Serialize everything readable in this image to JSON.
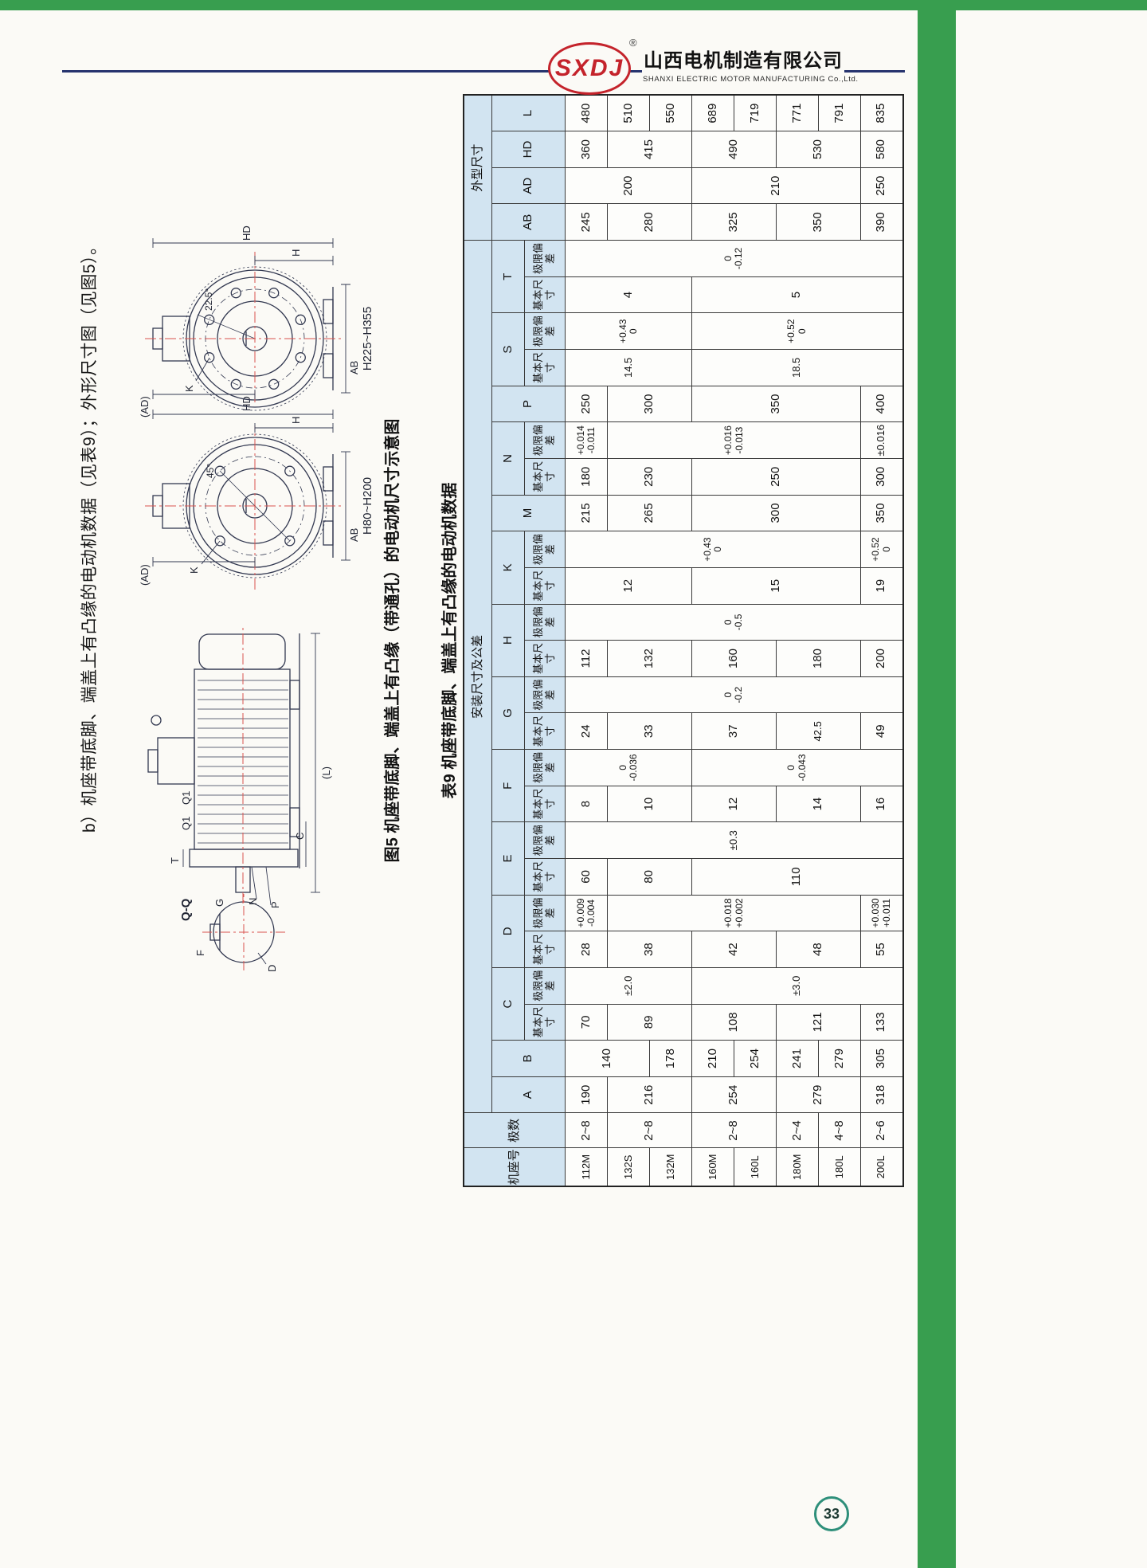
{
  "page": {
    "page_number": "33"
  },
  "brand": {
    "logo_text": "SXDJ",
    "registered": "®",
    "company_cn": "山西电机制造有限公司",
    "company_en": "SHANXI ELECTRIC MOTOR MANUFACTURING Co.,Ltd."
  },
  "heading": "b）机座带底脚、端盖上有凸缘的电动机数据（见表9）；外形尺寸图（见图5）。",
  "figure": {
    "caption": "图5 机座带底脚、端盖上有凸缘（带通孔）的电动机尺寸示意图",
    "section_label": "Q-Q",
    "section_labels": {
      "d": "D",
      "f": "F",
      "g": "G"
    },
    "side_view_labels": {
      "length": "(L)",
      "p": "P",
      "n": "N",
      "q1a": "Q1",
      "q1b": "Q1",
      "c": "C",
      "t": "T"
    },
    "end_view_small": {
      "range": "H80~H200",
      "angle": "45°",
      "ad": "(AD)",
      "ab": "AB",
      "h": "H",
      "k": "K",
      "hd": "HD"
    },
    "end_view_large": {
      "range": "H225~H355",
      "angle": "22.5°",
      "ad": "(AD)",
      "ab": "AB",
      "h": "H",
      "k": "K",
      "hd": "HD"
    }
  },
  "table": {
    "caption": "表9 机座带底脚、端盖上有凸缘的电动机数据",
    "header_rows": [
      [
        {
          "t": "机座号",
          "rs": 3
        },
        {
          "t": "极数",
          "rs": 3
        },
        {
          "t": "安装尺寸及公差",
          "cs": 24
        },
        {
          "t": "外型尺寸",
          "cs": 4
        }
      ],
      [
        {
          "t": "A",
          "rs": 2
        },
        {
          "t": "B",
          "rs": 2
        },
        {
          "t": "C",
          "cs": 2
        },
        {
          "t": "D",
          "cs": 2
        },
        {
          "t": "E",
          "cs": 2
        },
        {
          "t": "F",
          "cs": 2
        },
        {
          "t": "G",
          "cs": 2
        },
        {
          "t": "H",
          "cs": 2
        },
        {
          "t": "K",
          "cs": 2
        },
        {
          "t": "M",
          "rs": 2
        },
        {
          "t": "N",
          "cs": 2
        },
        {
          "t": "P",
          "rs": 2
        },
        {
          "t": "S",
          "cs": 2
        },
        {
          "t": "T",
          "cs": 2
        },
        {
          "t": "AB",
          "rs": 2
        },
        {
          "t": "AD",
          "rs": 2
        },
        {
          "t": "HD",
          "rs": 2
        },
        {
          "t": "L",
          "rs": 2
        }
      ],
      [
        {
          "t": "基本尺寸"
        },
        {
          "t": "极限偏差"
        },
        {
          "t": "基本尺寸"
        },
        {
          "t": "极限偏差"
        },
        {
          "t": "基本尺寸"
        },
        {
          "t": "极限偏差"
        },
        {
          "t": "基本尺寸"
        },
        {
          "t": "极限偏差"
        },
        {
          "t": "基本尺寸"
        },
        {
          "t": "极限偏差"
        },
        {
          "t": "基本尺寸"
        },
        {
          "t": "极限偏差"
        },
        {
          "t": "基本尺寸"
        },
        {
          "t": "极限偏差"
        },
        {
          "t": "基本尺寸"
        },
        {
          "t": "极限偏差"
        },
        {
          "t": "基本尺寸"
        },
        {
          "t": "极限偏差"
        },
        {
          "t": "基本尺寸"
        },
        {
          "t": "极限偏差"
        }
      ]
    ],
    "body_rows": [
      [
        {
          "t": "112M"
        },
        {
          "t": "2~8"
        },
        {
          "t": "190"
        },
        {
          "t": "140",
          "rs": 2
        },
        {
          "t": "70"
        },
        {
          "t": "±2.0",
          "rs": 3
        },
        {
          "t": "28"
        },
        {
          "t": "+0.009\n-0.004"
        },
        {
          "t": "60"
        },
        {
          "t": "±0.3",
          "rs": 8
        },
        {
          "t": "8"
        },
        {
          "t": "0\n-0.036",
          "rs": 3
        },
        {
          "t": "24"
        },
        {
          "t": "0\n-0.2",
          "rs": 8
        },
        {
          "t": "112"
        },
        {
          "t": "0\n-0.5",
          "rs": 8
        },
        {
          "t": "12",
          "rs": 3
        },
        {
          "t": "+0.43\n0",
          "rs": 7
        },
        {
          "t": "215"
        },
        {
          "t": "180"
        },
        {
          "t": "+0.014\n-0.011"
        },
        {
          "t": "250"
        },
        {
          "t": "14.5",
          "rs": 3
        },
        {
          "t": "+0.43\n0",
          "rs": 3
        },
        {
          "t": "4",
          "rs": 3
        },
        {
          "t": "0\n-0.12",
          "rs": 8
        },
        {
          "t": "245"
        },
        {
          "t": "200",
          "rs": 3
        },
        {
          "t": "360"
        },
        {
          "t": "480"
        }
      ],
      [
        {
          "t": "132S"
        },
        {
          "t": "2~8",
          "rs": 2
        },
        {
          "t": "216",
          "rs": 2
        },
        {
          "t": "89",
          "rs": 2
        },
        {
          "t": "38",
          "rs": 2
        },
        {
          "t": "+0.018\n+0.002",
          "rs": 6
        },
        {
          "t": "80",
          "rs": 2
        },
        {
          "t": "10",
          "rs": 2
        },
        {
          "t": "33",
          "rs": 2
        },
        {
          "t": "132",
          "rs": 2
        },
        {
          "t": "265",
          "rs": 2
        },
        {
          "t": "230",
          "rs": 2
        },
        {
          "t": "+0.016\n-0.013",
          "rs": 6
        },
        {
          "t": "300",
          "rs": 2
        },
        {
          "t": "280",
          "rs": 2
        },
        {
          "t": "415",
          "rs": 2
        },
        {
          "t": "510"
        }
      ],
      [
        {
          "t": "132M"
        },
        {
          "t": "178"
        },
        {
          "t": "550"
        }
      ],
      [
        {
          "t": "160M"
        },
        {
          "t": "2~8",
          "rs": 2
        },
        {
          "t": "254",
          "rs": 2
        },
        {
          "t": "210"
        },
        {
          "t": "108",
          "rs": 2
        },
        {
          "t": "±3.0",
          "rs": 5
        },
        {
          "t": "42",
          "rs": 2
        },
        {
          "t": "110",
          "rs": 5
        },
        {
          "t": "12",
          "rs": 2
        },
        {
          "t": "0\n-0.043",
          "rs": 5
        },
        {
          "t": "37",
          "rs": 2
        },
        {
          "t": "160",
          "rs": 2
        },
        {
          "t": "15",
          "rs": 4
        },
        {
          "t": "300",
          "rs": 4
        },
        {
          "t": "250",
          "rs": 4
        },
        {
          "t": "350",
          "rs": 4
        },
        {
          "t": "18.5",
          "rs": 5
        },
        {
          "t": "+0.52\n0",
          "rs": 5
        },
        {
          "t": "5",
          "rs": 5
        },
        {
          "t": "325",
          "rs": 2
        },
        {
          "t": "210",
          "rs": 4
        },
        {
          "t": "490",
          "rs": 2
        },
        {
          "t": "689"
        }
      ],
      [
        {
          "t": "160L"
        },
        {
          "t": "254"
        },
        {
          "t": "719"
        }
      ],
      [
        {
          "t": "180M"
        },
        {
          "t": "2~4"
        },
        {
          "t": "279",
          "rs": 2
        },
        {
          "t": "241"
        },
        {
          "t": "121",
          "rs": 2
        },
        {
          "t": "48",
          "rs": 2
        },
        {
          "t": "14",
          "rs": 2
        },
        {
          "t": "42.5",
          "rs": 2
        },
        {
          "t": "180",
          "rs": 2
        },
        {
          "t": "350",
          "rs": 2
        },
        {
          "t": "530",
          "rs": 2
        },
        {
          "t": "771"
        }
      ],
      [
        {
          "t": "180L"
        },
        {
          "t": "4~8"
        },
        {
          "t": "279"
        },
        {
          "t": "791"
        }
      ],
      [
        {
          "t": "200L"
        },
        {
          "t": "2~6"
        },
        {
          "t": "318"
        },
        {
          "t": "305"
        },
        {
          "t": "133"
        },
        {
          "t": "55"
        },
        {
          "t": "+0.030\n+0.011"
        },
        {
          "t": "16"
        },
        {
          "t": "49"
        },
        {
          "t": "200"
        },
        {
          "t": "19"
        },
        {
          "t": "+0.52\n0"
        },
        {
          "t": "350"
        },
        {
          "t": "300"
        },
        {
          "t": "±0.016"
        },
        {
          "t": "400"
        },
        {
          "t": "390"
        },
        {
          "t": "250"
        },
        {
          "t": "580"
        },
        {
          "t": "835"
        }
      ]
    ]
  }
}
